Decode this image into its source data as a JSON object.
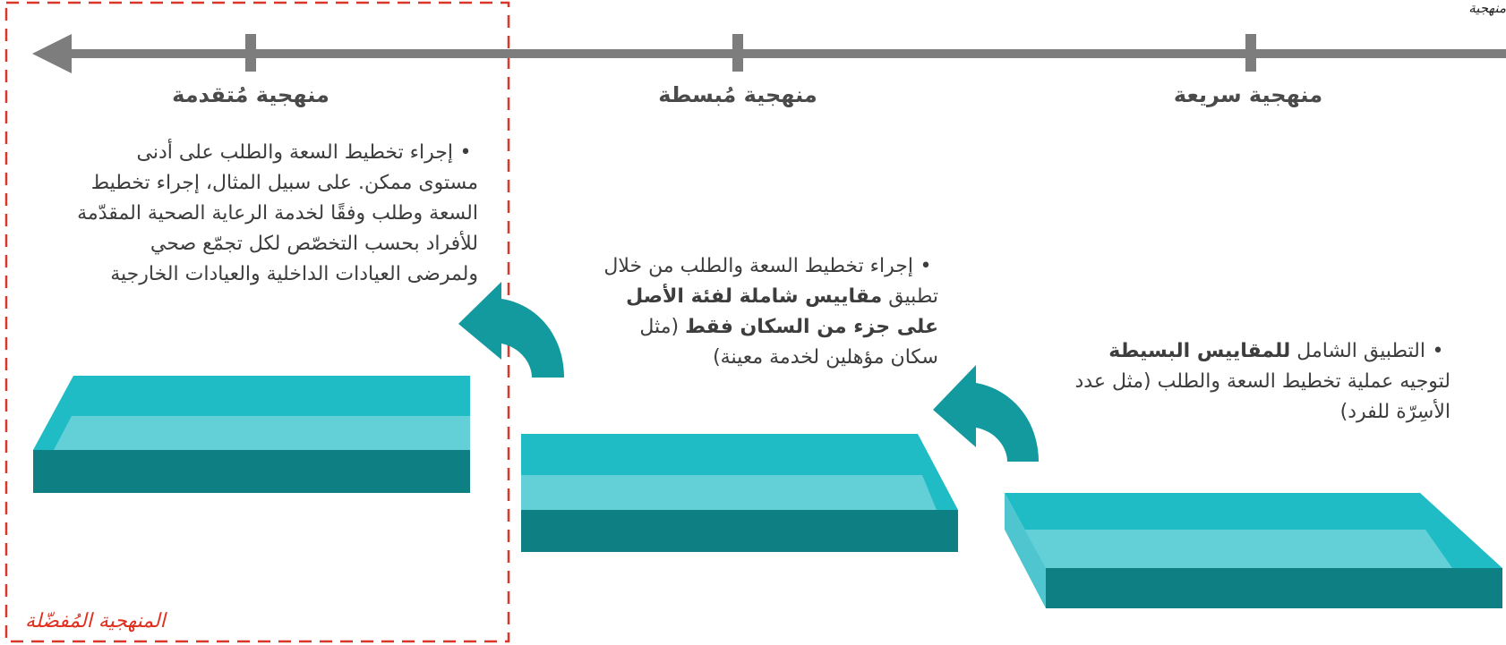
{
  "header": {
    "corner_label": "منهجية"
  },
  "timeline": {
    "direction": "right-to-left",
    "tick_count": 3,
    "colors": {
      "arrow": "#7d7d7d",
      "frame": "#d8372a"
    }
  },
  "approaches": [
    {
      "title": "منهجية سريعة",
      "text": {
        "pre": "التطبيق الشامل ",
        "bold": "للمقاييس البسيطة",
        "post": " لتوجيه عملية تخطيط السعة والطلب (مثل عدد الأسِرّة للفرد)"
      }
    },
    {
      "title": "منهجية مُبسطة",
      "text": {
        "pre": "إجراء تخطيط السعة والطلب من خلال تطبيق ",
        "bold": "مقاييس شاملة لفئة الأصل على جزء من السكان فقط",
        "post": " (مثل سكان مؤهلين لخدمة معينة)"
      }
    },
    {
      "title": "منهجية مُتقدمة",
      "text": {
        "pre": "إجراء تخطيط السعة والطلب على أدنى مستوى ممكن. على سبيل المثال، إجراء تخطيط السعة وطلب وفقًا لخدمة الرعاية الصحية المقدّمة للأفراد بحسب التخصّص لكل تجمّع صحي ولمرضى العيادات الداخلية والعيادات الخارجية",
        "bold": "",
        "post": ""
      }
    }
  ],
  "preferred": {
    "label": "المنهجية المُفضّلة"
  },
  "colors": {
    "slab_top": "#20bcc6",
    "slab_top_light": "#63d0d8",
    "slab_front": "#0e8083",
    "curved_arrow": "#129a9f"
  }
}
